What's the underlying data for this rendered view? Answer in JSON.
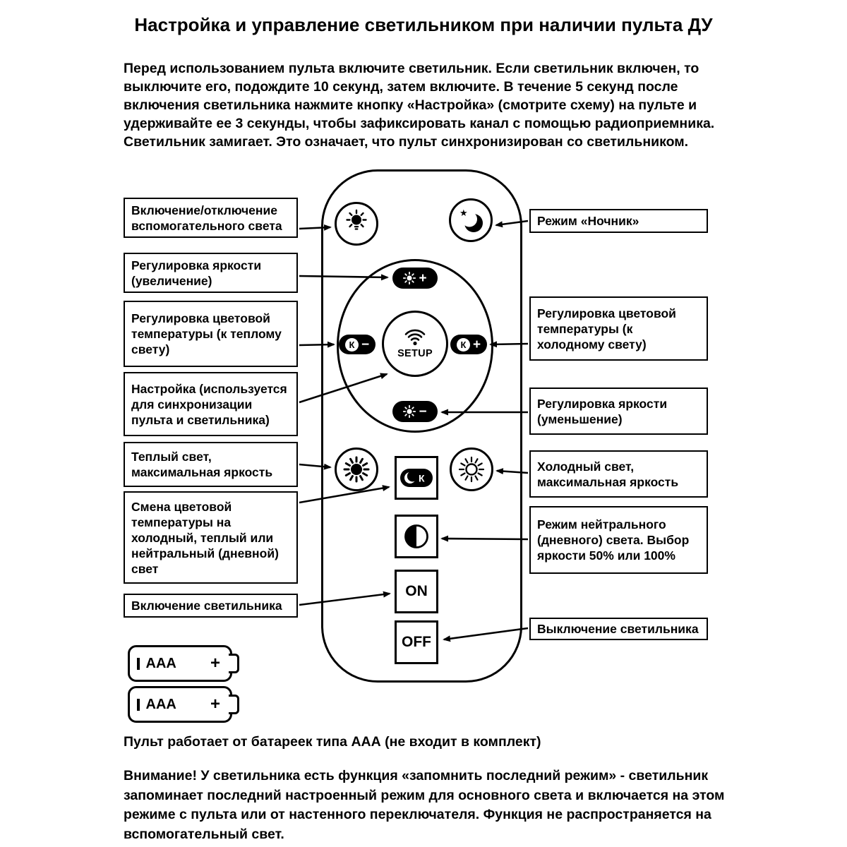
{
  "title": "Настройка и управление светильником при наличии пульта ДУ",
  "intro": "Перед использованием пульта включите светильник. Если светильник включен, то выключите его, подождите 10 секунд, затем включите. В течение 5 секунд после включения светильника нажмите кнопку «Настройка» (смотрите схему) на пульте и удерживайте ее 3 секунды, чтобы зафиксировать канал с помощью радиоприемника. Светильник замигает. Это означает, что пульт синхронизирован со светильником.",
  "labels_left": [
    "Включение/отключение вспомогательного света",
    "Регулировка яркости (увеличение)",
    "Регулировка цветовой температуры (к теплому свету)",
    "Настройка (используется для синхронизации пульта и светильника)",
    "Теплый свет, максимальная яркость",
    "Смена цветовой температуры на холодный, теплый или нейтральный (дневной) свет",
    "Включение светильника"
  ],
  "labels_right": [
    "Режим «Ночник»",
    "Регулировка цветовой температуры (к холодному свету)",
    "Регулировка яркости (уменьшение)",
    "Холодный свет, максимальная яркость",
    "Режим нейтрального (дневного) света. Выбор яркости 50% или 100%",
    "Выключение светильника"
  ],
  "remote": {
    "setup_label": "SETUP",
    "on_label": "ON",
    "off_label": "OFF",
    "k_letter": "К",
    "plus": "+",
    "minus": "−",
    "star": "★"
  },
  "battery": {
    "type_label": "AAA",
    "plus": "+"
  },
  "battery_note": "Пульт работает от батареек типа ААА (не входит в комплект)",
  "warning": "Внимание! У светильника есть функция «запомнить последний режим» - светильник запоминает последний настроенный режим для основного света и включается на этом режиме с пульта или от настенного переключателя. Функция не распространяется на вспомогательный свет.",
  "colors": {
    "ink": "#000000",
    "paper": "#ffffff"
  },
  "icons": {
    "aux_light": "bulb-icon",
    "night_mode": "moon-star-icon",
    "brightness_up": "sun-plus-icon",
    "warm_shift": "k-minus-icon",
    "cool_shift": "k-plus-icon",
    "setup": "wifi-icon",
    "brightness_down": "sun-minus-icon",
    "warm_max": "sun-filled-icon",
    "cool_max": "sun-outline-icon",
    "color_toggle": "moon-k-icon",
    "neutral_mode": "half-circle-icon"
  }
}
